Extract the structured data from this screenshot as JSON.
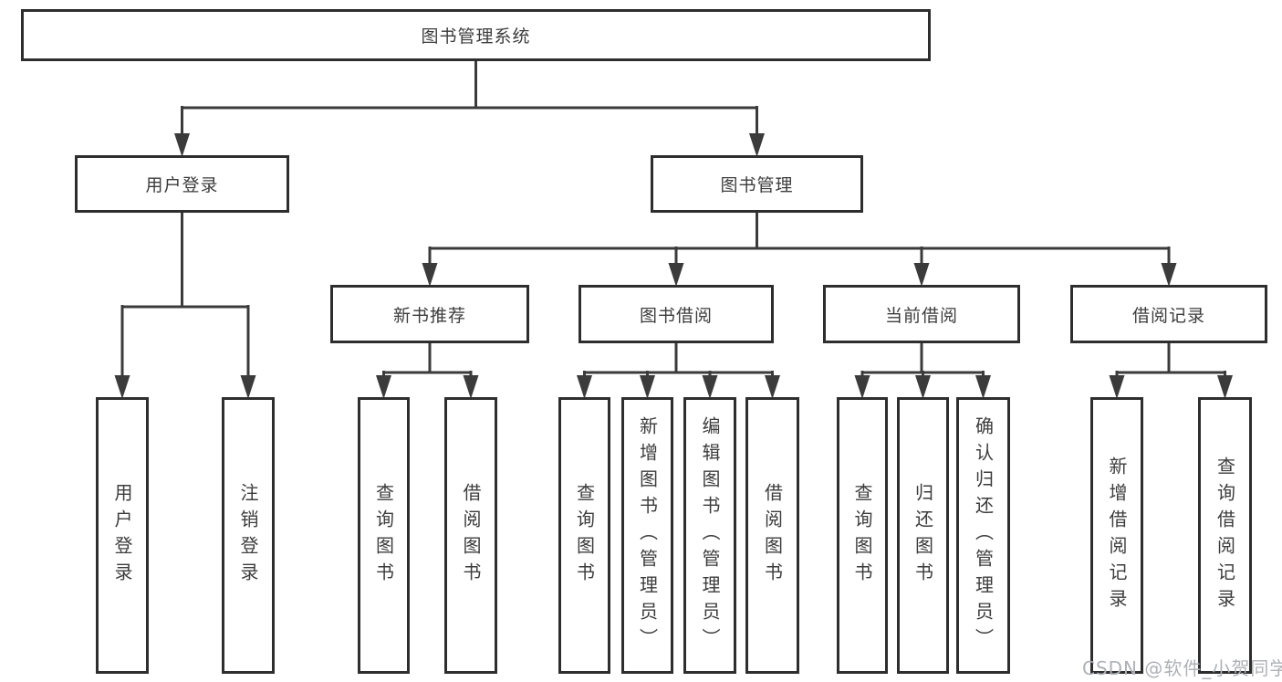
{
  "diagram": {
    "root": {
      "label": "图书管理系统"
    },
    "level2": [
      {
        "label": "用户登录"
      },
      {
        "label": "图书管理"
      }
    ],
    "level3": [
      {
        "label": "新书推荐"
      },
      {
        "label": "图书借阅"
      },
      {
        "label": "当前借阅"
      },
      {
        "label": "借阅记录"
      }
    ],
    "leaves": [
      {
        "label": "用户登录"
      },
      {
        "label": "注销登录"
      },
      {
        "label": "查询图书"
      },
      {
        "label": "借阅图书"
      },
      {
        "label": "查询图书"
      },
      {
        "label": "新增图书（管理员）"
      },
      {
        "label": "编辑图书（管理员）"
      },
      {
        "label": "借阅图书"
      },
      {
        "label": "查询图书"
      },
      {
        "label": "归还图书"
      },
      {
        "label": "确认归还（管理员）"
      },
      {
        "label": "新增借阅记录"
      },
      {
        "label": "查询借阅记录"
      }
    ]
  },
  "watermark": {
    "text": "CSDN @软件_小贺同学"
  },
  "colors": {
    "background": "#ffffff",
    "line": "#3b3b3b",
    "box_border": "#2e2e2e",
    "text": "#3c3c3c",
    "watermark": "#aeb1b6"
  }
}
